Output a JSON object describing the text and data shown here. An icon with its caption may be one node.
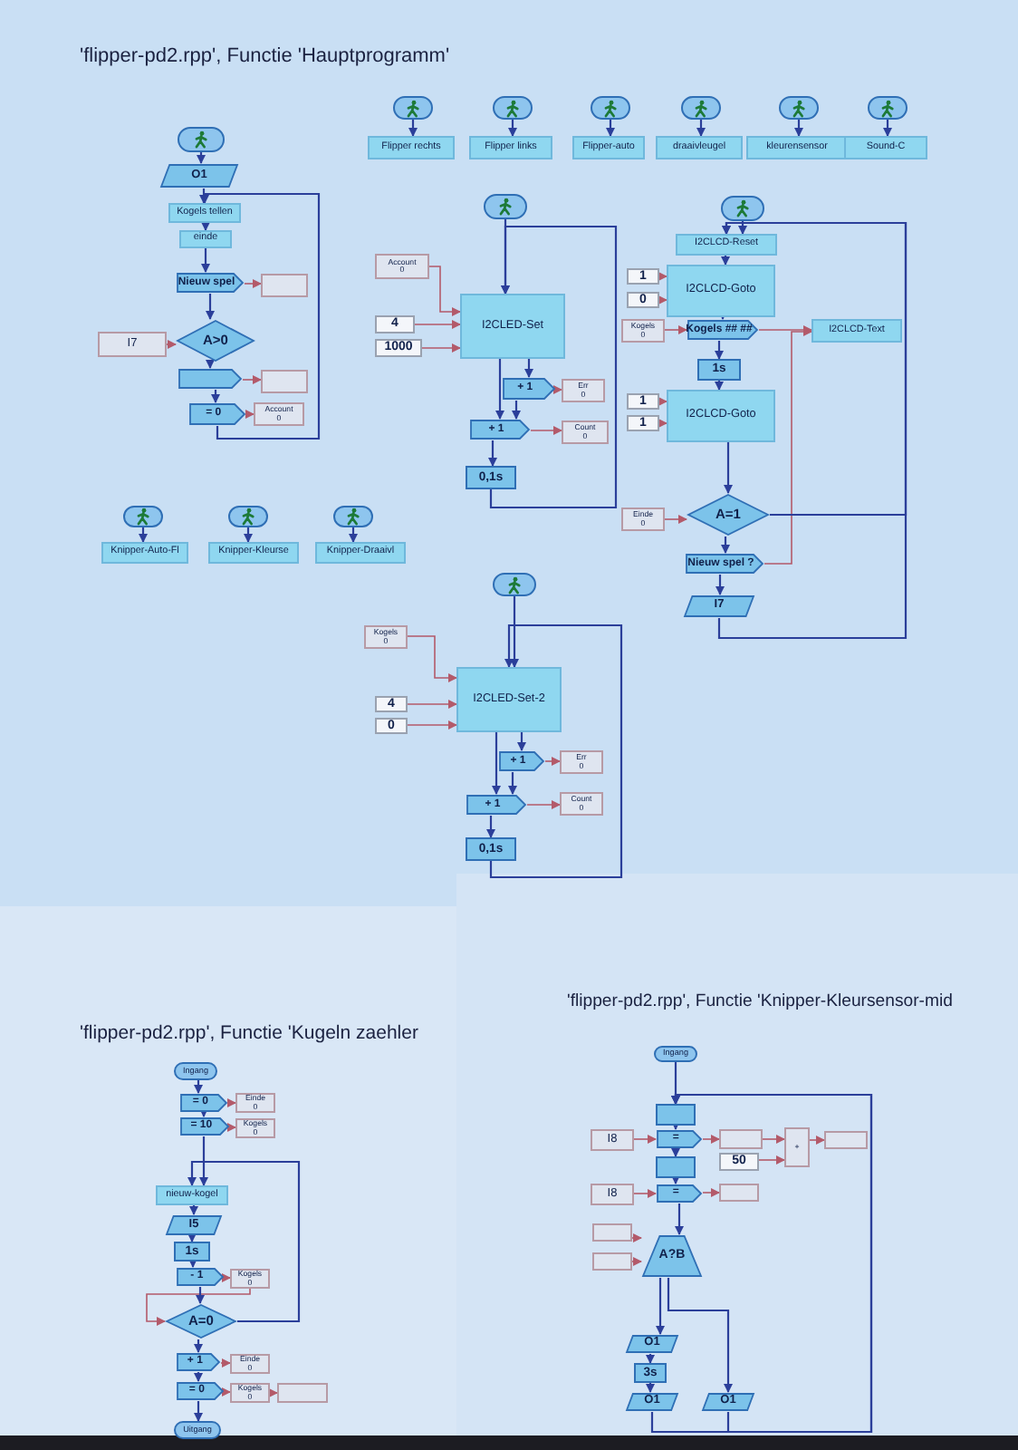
{
  "diagram": {
    "title": "'flipper-pd2.rpp', Functie 'Hauptprogramm'",
    "nodes": [
      {
        "text": [],
        "shape": "oval"
      },
      {
        "text": [
          "O1"
        ]
      },
      {
        "text": [
          "Kogels tellen"
        ]
      },
      {
        "text": [
          "einde"
        ]
      },
      {
        "text": [
          "Nieuw spel"
        ]
      },
      {
        "text": [],
        "shape": "box"
      },
      {
        "text": [
          "I7"
        ]
      },
      {
        "text": [
          "A>0"
        ]
      },
      {
        "text": [],
        "shape": "box"
      },
      {
        "text": [],
        "shape": "box"
      },
      {
        "text": [
          "= 0"
        ]
      },
      {
        "text": [
          "Account",
          "0"
        ]
      },
      {
        "text": [],
        "shape": "oval"
      },
      {
        "text": [
          "Flipper rechts"
        ]
      },
      {
        "text": [],
        "shape": "oval"
      },
      {
        "text": [
          "Flipper links"
        ]
      },
      {
        "text": [],
        "shape": "oval"
      },
      {
        "text": [
          "Flipper-auto"
        ]
      },
      {
        "text": [],
        "shape": "oval"
      },
      {
        "text": [
          "draaivleugel"
        ]
      },
      {
        "text": [],
        "shape": "oval"
      },
      {
        "text": [
          "kleurensensor"
        ]
      },
      {
        "text": [],
        "shape": "oval"
      },
      {
        "text": [
          "Sound-C"
        ]
      },
      {
        "text": [],
        "shape": "oval"
      },
      {
        "text": [
          "Account",
          "0"
        ]
      },
      {
        "text": [
          "4"
        ]
      },
      {
        "text": [
          "1000"
        ]
      },
      {
        "text": [
          "I2CLED-Set"
        ]
      },
      {
        "text": [
          "+ 1"
        ]
      },
      {
        "text": [
          "Err",
          "0"
        ]
      },
      {
        "text": [
          "+ 1"
        ]
      },
      {
        "text": [
          "Count",
          "0"
        ]
      },
      {
        "text": [
          "0,1s"
        ]
      },
      {
        "text": [],
        "shape": "oval"
      },
      {
        "text": [
          "Knipper-Auto-Fl"
        ]
      },
      {
        "text": [],
        "shape": "oval"
      },
      {
        "text": [
          "Knipper-Kleurse"
        ]
      },
      {
        "text": [],
        "shape": "oval"
      },
      {
        "text": [
          "Knipper-Draaivl"
        ]
      },
      {
        "text": [],
        "shape": "oval"
      },
      {
        "text": [
          "I2CLCD-Reset"
        ]
      },
      {
        "text": [
          "1"
        ]
      },
      {
        "text": [
          "0"
        ]
      },
      {
        "text": [
          "I2CLCD-Goto"
        ]
      },
      {
        "text": [
          "Kogels",
          "0"
        ]
      },
      {
        "text": [
          "Kogels ## ##"
        ]
      },
      {
        "text": [
          "I2CLCD-Text"
        ]
      },
      {
        "text": [
          "1s"
        ]
      },
      {
        "text": [
          "1"
        ]
      },
      {
        "text": [
          "1"
        ]
      },
      {
        "text": [
          "I2CLCD-Goto"
        ]
      },
      {
        "text": [
          "Einde",
          "0"
        ]
      },
      {
        "text": [
          "A=1"
        ]
      },
      {
        "text": [
          "Nieuw spel ?"
        ]
      },
      {
        "text": [
          "I7"
        ]
      },
      {
        "text": [],
        "shape": "oval"
      },
      {
        "text": [
          "Kogels",
          "0"
        ]
      },
      {
        "text": [
          "4"
        ]
      },
      {
        "text": [
          "0"
        ]
      },
      {
        "text": [
          "I2CLED-Set-2"
        ]
      },
      {
        "text": [
          "+ 1"
        ]
      },
      {
        "text": [
          "Err",
          "0"
        ]
      },
      {
        "text": [
          "+ 1"
        ]
      },
      {
        "text": [
          "Count",
          "0"
        ]
      },
      {
        "text": [
          "0,1s"
        ]
      },
      {
        "text": [
          "Ingang"
        ]
      },
      {
        "text": [
          "= 0"
        ]
      },
      {
        "text": [
          "Einde",
          "0"
        ]
      },
      {
        "text": [
          "= 10"
        ]
      },
      {
        "text": [
          "Kogels",
          "0"
        ]
      },
      {
        "text": [
          "nieuw-kogel"
        ]
      },
      {
        "text": [
          "I5"
        ]
      },
      {
        "text": [
          "1s"
        ]
      },
      {
        "text": [
          "- 1"
        ]
      },
      {
        "text": [
          "Kogels",
          "0"
        ]
      },
      {
        "text": [
          "A=0"
        ]
      },
      {
        "text": [
          "+ 1"
        ]
      },
      {
        "text": [
          "Einde",
          "0"
        ]
      },
      {
        "text": [
          "= 0"
        ]
      },
      {
        "text": [
          "Kogels",
          "0"
        ]
      },
      {
        "text": [],
        "shape": "box"
      },
      {
        "text": [
          "Uitgang"
        ]
      },
      {
        "text": [
          "Ingang"
        ]
      },
      {
        "text": [],
        "shape": "box"
      },
      {
        "text": [
          "I8"
        ]
      },
      {
        "text": [
          "="
        ]
      },
      {
        "text": [],
        "shape": "box"
      },
      {
        "text": [
          "50"
        ]
      },
      {
        "text": [
          "+"
        ]
      },
      {
        "text": [],
        "shape": "box"
      },
      {
        "text": [],
        "shape": "box"
      },
      {
        "text": [
          "I8"
        ]
      },
      {
        "text": [
          "="
        ]
      },
      {
        "text": [],
        "shape": "box"
      },
      {
        "text": [],
        "shape": "box"
      },
      {
        "text": [],
        "shape": "box"
      },
      {
        "text": [
          "A?B"
        ]
      },
      {
        "text": [
          "O1"
        ]
      },
      {
        "text": [
          "3s"
        ]
      },
      {
        "text": [
          "O1"
        ]
      },
      {
        "text": [
          "O1"
        ]
      }
    ],
    "edges": [
      {
        "from": 0,
        "to": 1,
        "arrow": "to"
      },
      {
        "from": 1,
        "to": 2,
        "arrow": "to"
      },
      {
        "from": 2,
        "to": 3,
        "arrow": "to"
      },
      {
        "from": 3,
        "to": 4,
        "arrow": "to"
      },
      {
        "from": 4,
        "to": 5,
        "arrow": "to",
        "color": "#b35a6a"
      },
      {
        "from": 4,
        "to": 7,
        "arrow": "to"
      },
      {
        "from": 6,
        "to": 7,
        "arrow": "to",
        "color": "#b35a6a"
      },
      {
        "from": 7,
        "to": 8,
        "arrow": "to"
      },
      {
        "from": 8,
        "to": 9,
        "arrow": "to",
        "color": "#b35a6a"
      },
      {
        "from": 8,
        "to": 10,
        "arrow": "to"
      },
      {
        "from": 10,
        "to": 11,
        "arrow": "to",
        "color": "#b35a6a"
      },
      {
        "from": 10,
        "to": 2,
        "arrow": "to"
      },
      {
        "from": 12,
        "to": 13,
        "arrow": "to"
      },
      {
        "from": 14,
        "to": 15,
        "arrow": "to"
      },
      {
        "from": 16,
        "to": 17,
        "arrow": "to"
      },
      {
        "from": 18,
        "to": 19,
        "arrow": "to"
      },
      {
        "from": 20,
        "to": 21,
        "arrow": "to"
      },
      {
        "from": 22,
        "to": 23,
        "arrow": "to"
      },
      {
        "from": 24,
        "to": 28,
        "arrow": "to"
      },
      {
        "from": 25,
        "to": 28,
        "arrow": "to",
        "color": "#b35a6a"
      },
      {
        "from": 26,
        "to": 28,
        "arrow": "to",
        "color": "#b35a6a"
      },
      {
        "from": 27,
        "to": 28,
        "arrow": "to",
        "color": "#b35a6a"
      },
      {
        "from": 28,
        "to": 29,
        "arrow": "to"
      },
      {
        "from": 28,
        "to": 31,
        "arrow": "to"
      },
      {
        "from": 29,
        "to": 30,
        "arrow": "to",
        "color": "#b35a6a"
      },
      {
        "from": 29,
        "to": 31,
        "arrow": "to"
      },
      {
        "from": 31,
        "to": 32,
        "arrow": "to",
        "color": "#b35a6a"
      },
      {
        "from": 31,
        "to": 33,
        "arrow": "to"
      },
      {
        "from": 33,
        "to": 28,
        "arrow": "to"
      },
      {
        "from": 34,
        "to": 35,
        "arrow": "to"
      },
      {
        "from": 36,
        "to": 37,
        "arrow": "to"
      },
      {
        "from": 38,
        "to": 39,
        "arrow": "to"
      },
      {
        "from": 40,
        "to": 41,
        "arrow": "to"
      },
      {
        "from": 41,
        "to": 44,
        "arrow": "to"
      },
      {
        "from": 42,
        "to": 44,
        "arrow": "to",
        "color": "#b35a6a"
      },
      {
        "from": 43,
        "to": 44,
        "arrow": "to",
        "color": "#b35a6a"
      },
      {
        "from": 44,
        "to": 46,
        "arrow": "to"
      },
      {
        "from": 45,
        "to": 46,
        "arrow": "to",
        "color": "#b35a6a"
      },
      {
        "from": 46,
        "to": 47,
        "arrow": "to",
        "color": "#b35a6a"
      },
      {
        "from": 46,
        "to": 48,
        "arrow": "to"
      },
      {
        "from": 48,
        "to": 51,
        "arrow": "to"
      },
      {
        "from": 49,
        "to": 51,
        "arrow": "to",
        "color": "#b35a6a"
      },
      {
        "from": 50,
        "to": 51,
        "arrow": "to",
        "color": "#b35a6a"
      },
      {
        "from": 51,
        "to": 53,
        "arrow": "to"
      },
      {
        "from": 52,
        "to": 53,
        "arrow": "to",
        "color": "#b35a6a"
      },
      {
        "from": 53,
        "to": 54,
        "arrow": "to"
      },
      {
        "from": 54,
        "to": 47,
        "arrow": "to",
        "color": "#b35a6a"
      },
      {
        "from": 54,
        "to": 55,
        "arrow": "to"
      },
      {
        "from": 55,
        "to": 41,
        "arrow": "to"
      },
      {
        "from": 53,
        "to": 41,
        "arrow": "to"
      },
      {
        "from": 56,
        "to": 60,
        "arrow": "to"
      },
      {
        "from": 57,
        "to": 60,
        "arrow": "to",
        "color": "#b35a6a"
      },
      {
        "from": 58,
        "to": 60,
        "arrow": "to",
        "color": "#b35a6a"
      },
      {
        "from": 59,
        "to": 60,
        "arrow": "to",
        "color": "#b35a6a"
      },
      {
        "from": 60,
        "to": 61,
        "arrow": "to"
      },
      {
        "from": 60,
        "to": 63,
        "arrow": "to"
      },
      {
        "from": 61,
        "to": 62,
        "arrow": "to",
        "color": "#b35a6a"
      },
      {
        "from": 61,
        "to": 63,
        "arrow": "to"
      },
      {
        "from": 63,
        "to": 64,
        "arrow": "to",
        "color": "#b35a6a"
      },
      {
        "from": 63,
        "to": 65,
        "arrow": "to"
      },
      {
        "from": 65,
        "to": 60,
        "arrow": "to"
      },
      {
        "from": 66,
        "to": 67,
        "arrow": "to"
      },
      {
        "from": 67,
        "to": 68,
        "arrow": "to",
        "color": "#b35a6a"
      },
      {
        "from": 67,
        "to": 69,
        "arrow": "to"
      },
      {
        "from": 69,
        "to": 70,
        "arrow": "to",
        "color": "#b35a6a"
      },
      {
        "from": 69,
        "to": 71,
        "arrow": "to"
      },
      {
        "from": 71,
        "to": 72,
        "arrow": "to"
      },
      {
        "from": 72,
        "to": 73,
        "arrow": "to"
      },
      {
        "from": 73,
        "to": 74,
        "arrow": "to"
      },
      {
        "from": 74,
        "to": 75,
        "arrow": "to",
        "color": "#b35a6a"
      },
      {
        "from": 75,
        "to": 76,
        "arrow": "to",
        "color": "#b35a6a"
      },
      {
        "from": 74,
        "to": 76,
        "arrow": "to"
      },
      {
        "from": 76,
        "to": 71,
        "arrow": "to"
      },
      {
        "from": 76,
        "to": 77,
        "arrow": "to"
      },
      {
        "from": 77,
        "to": 78,
        "arrow": "to",
        "color": "#b35a6a"
      },
      {
        "from": 77,
        "to": 79,
        "arrow": "to"
      },
      {
        "from": 79,
        "to": 80,
        "arrow": "to",
        "color": "#b35a6a"
      },
      {
        "from": 80,
        "to": 81,
        "arrow": "to",
        "color": "#b35a6a"
      },
      {
        "from": 79,
        "to": 82,
        "arrow": "to"
      },
      {
        "from": 83,
        "to": 84,
        "arrow": "to"
      },
      {
        "from": 84,
        "to": 86,
        "arrow": "to"
      },
      {
        "from": 85,
        "to": 86,
        "arrow": "to",
        "color": "#b35a6a"
      },
      {
        "from": 86,
        "to": 87,
        "arrow": "to",
        "color": "#b35a6a"
      },
      {
        "from": 86,
        "to": 91,
        "arrow": "to"
      },
      {
        "from": 87,
        "to": 89,
        "arrow": "to",
        "color": "#b35a6a"
      },
      {
        "from": 88,
        "to": 89,
        "arrow": "to",
        "color": "#b35a6a"
      },
      {
        "from": 89,
        "to": 90,
        "arrow": "to",
        "color": "#b35a6a"
      },
      {
        "from": 91,
        "to": 93,
        "arrow": "to"
      },
      {
        "from": 92,
        "to": 93,
        "arrow": "to",
        "color": "#b35a6a"
      },
      {
        "from": 93,
        "to": 94,
        "arrow": "to",
        "color": "#b35a6a"
      },
      {
        "from": 93,
        "to": 97,
        "arrow": "to"
      },
      {
        "from": 95,
        "to": 97,
        "arrow": "to",
        "color": "#b35a6a"
      },
      {
        "from": 96,
        "to": 97,
        "arrow": "to",
        "color": "#b35a6a"
      },
      {
        "from": 97,
        "to": 98,
        "arrow": "to"
      },
      {
        "from": 97,
        "to": 101,
        "arrow": "to"
      },
      {
        "from": 98,
        "to": 99,
        "arrow": "to"
      },
      {
        "from": 99,
        "to": 100,
        "arrow": "to"
      },
      {
        "from": 100,
        "to": 84,
        "arrow": "to"
      },
      {
        "from": 101,
        "to": 84,
        "arrow": "to"
      }
    ],
    "labels": [
      "'flipper-pd2.rpp', Functie 'Kugeln zaehler",
      "'flipper-pd2.rpp', Functie 'Knipper-Kleursensor-mid"
    ]
  }
}
